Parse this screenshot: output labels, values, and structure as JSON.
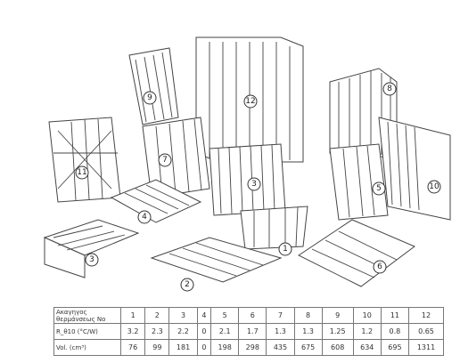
{
  "figure": {
    "item_numbers": [
      "1",
      "2",
      "3",
      "4",
      "5",
      "6",
      "7",
      "8",
      "9",
      "10",
      "11",
      "12",
      "3"
    ]
  },
  "table": {
    "rows": [
      {
        "header": "Ακαγηγος\nθερμάνσεως Νο",
        "cells": [
          "1",
          "2",
          "3",
          "4",
          "5",
          "6",
          "7",
          "8",
          "9",
          "10",
          "11",
          "12"
        ]
      },
      {
        "header": "R_θ10 (°C/W)",
        "cells": [
          "3.2",
          "2.3",
          "2.2",
          "0",
          "2.1",
          "1.7",
          "1.3",
          "1.3",
          "1.25",
          "1.2",
          "0.8",
          "0.65"
        ]
      },
      {
        "header": "Vol. (cm³)",
        "cells": [
          "76",
          "99",
          "181",
          "0",
          "198",
          "298",
          "435",
          "675",
          "608",
          "634",
          "695",
          "1311"
        ]
      }
    ]
  }
}
